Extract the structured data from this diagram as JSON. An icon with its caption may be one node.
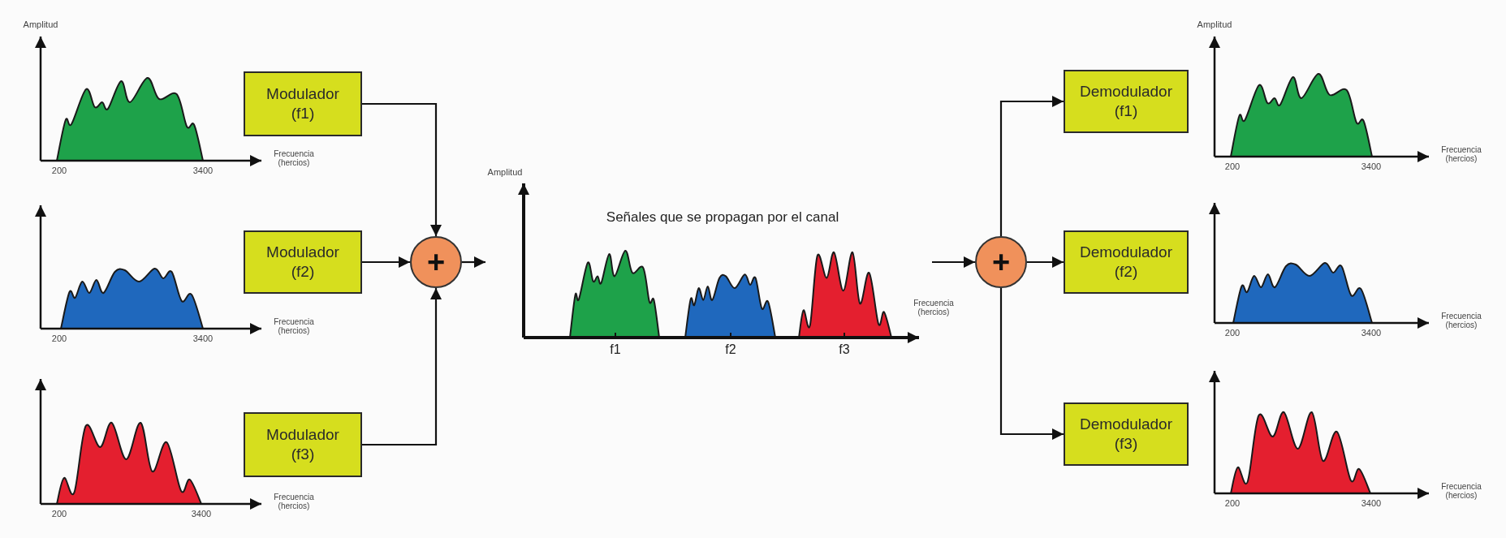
{
  "diagram": {
    "nodes": [
      {
        "text": [
          "Modulador (f1)"
        ]
      },
      {
        "text": [
          "Modulador (f2)"
        ]
      },
      {
        "text": [
          "Modulador (f3)"
        ]
      },
      {
        "text": [
          "+"
        ]
      },
      {
        "text": [
          "+"
        ]
      },
      {
        "text": [
          "Demodulador (f1)"
        ]
      },
      {
        "text": [
          "Demodulador (f2)"
        ]
      },
      {
        "text": [
          "Demodulador (f3)"
        ]
      }
    ],
    "edges": [
      {
        "from": 0,
        "to": 3,
        "arrow": "to"
      },
      {
        "from": 1,
        "to": 3,
        "arrow": "to"
      },
      {
        "from": 2,
        "to": 3,
        "arrow": "to"
      },
      {
        "from": 3,
        "to": null,
        "arrow": "to"
      },
      {
        "from": null,
        "to": 4,
        "arrow": "to"
      },
      {
        "from": 4,
        "to": 5,
        "arrow": "to"
      },
      {
        "from": 4,
        "to": 6,
        "arrow": "to"
      },
      {
        "from": 4,
        "to": 7,
        "arrow": "to"
      }
    ],
    "labels": [
      "Amplitud",
      "200",
      "3400",
      "Frecuencia (hercios)",
      "200",
      "3400",
      "Frecuencia (hercios)",
      "200",
      "3400",
      "Frecuencia (hercios)",
      "Amplitud",
      "Señales que se propagan por el canal",
      "f1",
      "f2",
      "f3",
      "Frecuencia (hercios)",
      "Amplitud",
      "200",
      "3400",
      "Frecuencia (hercios)",
      "200",
      "3400",
      "Frecuencia (hercios)",
      "200",
      "3400",
      "Frecuencia (hercios)"
    ]
  }
}
